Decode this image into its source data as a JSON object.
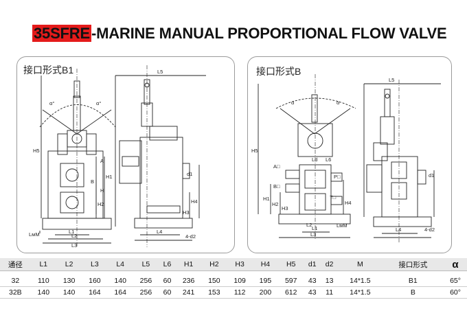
{
  "title": {
    "highlight": "35SFRE",
    "rest": "-MARINE MANUAL PROPORTIONAL FLOW VALVE"
  },
  "panels": [
    {
      "title": "接口形式B1",
      "labels": {
        "L5": "L5",
        "H5": "H5",
        "a": "α",
        "H": "H",
        "H1": "H1",
        "H2": "H2",
        "A": "A",
        "B": "B",
        "L1": "L1",
        "L2": "L2",
        "L3": "L3",
        "L4": "L4",
        "LM": "LᴍM",
        "d1": "d1",
        "H3": "H3",
        "H4": "H4",
        "d2": "4-d2",
        "ang1": "α°",
        "ang2": "α°"
      }
    },
    {
      "title": "接口形式B",
      "labels": {
        "L5": "L5",
        "H5": "H5",
        "a1": "α",
        "a2": "α",
        "L6": "L6",
        "Ld": "Ld",
        "A": "A□",
        "B": "B□",
        "P": "P□",
        "T": "T□",
        "H1": "H1",
        "H2": "H2",
        "H3": "H3",
        "H4": "H4",
        "L1": "L1",
        "L2": "L2",
        "L3": "L3",
        "L4": "L4",
        "LM": "LᴍM",
        "d1": "d1",
        "d2": "4-d2"
      }
    }
  ],
  "table": {
    "header": [
      "通径",
      "L1",
      "L2",
      "L3",
      "L4",
      "L5",
      "L6",
      "H1",
      "H2",
      "H3",
      "H4",
      "H5",
      "d1",
      "d2",
      "M",
      "接口形式",
      "α"
    ],
    "rows": [
      [
        "32",
        "110",
        "130",
        "160",
        "140",
        "256",
        "60",
        "236",
        "150",
        "109",
        "195",
        "597",
        "43",
        "13",
        "14*1.5",
        "B1",
        "65°"
      ],
      [
        "32B",
        "140",
        "140",
        "164",
        "164",
        "256",
        "60",
        "241",
        "153",
        "112",
        "200",
        "612",
        "43",
        "11",
        "14*1.5",
        "B",
        "60°"
      ]
    ]
  }
}
